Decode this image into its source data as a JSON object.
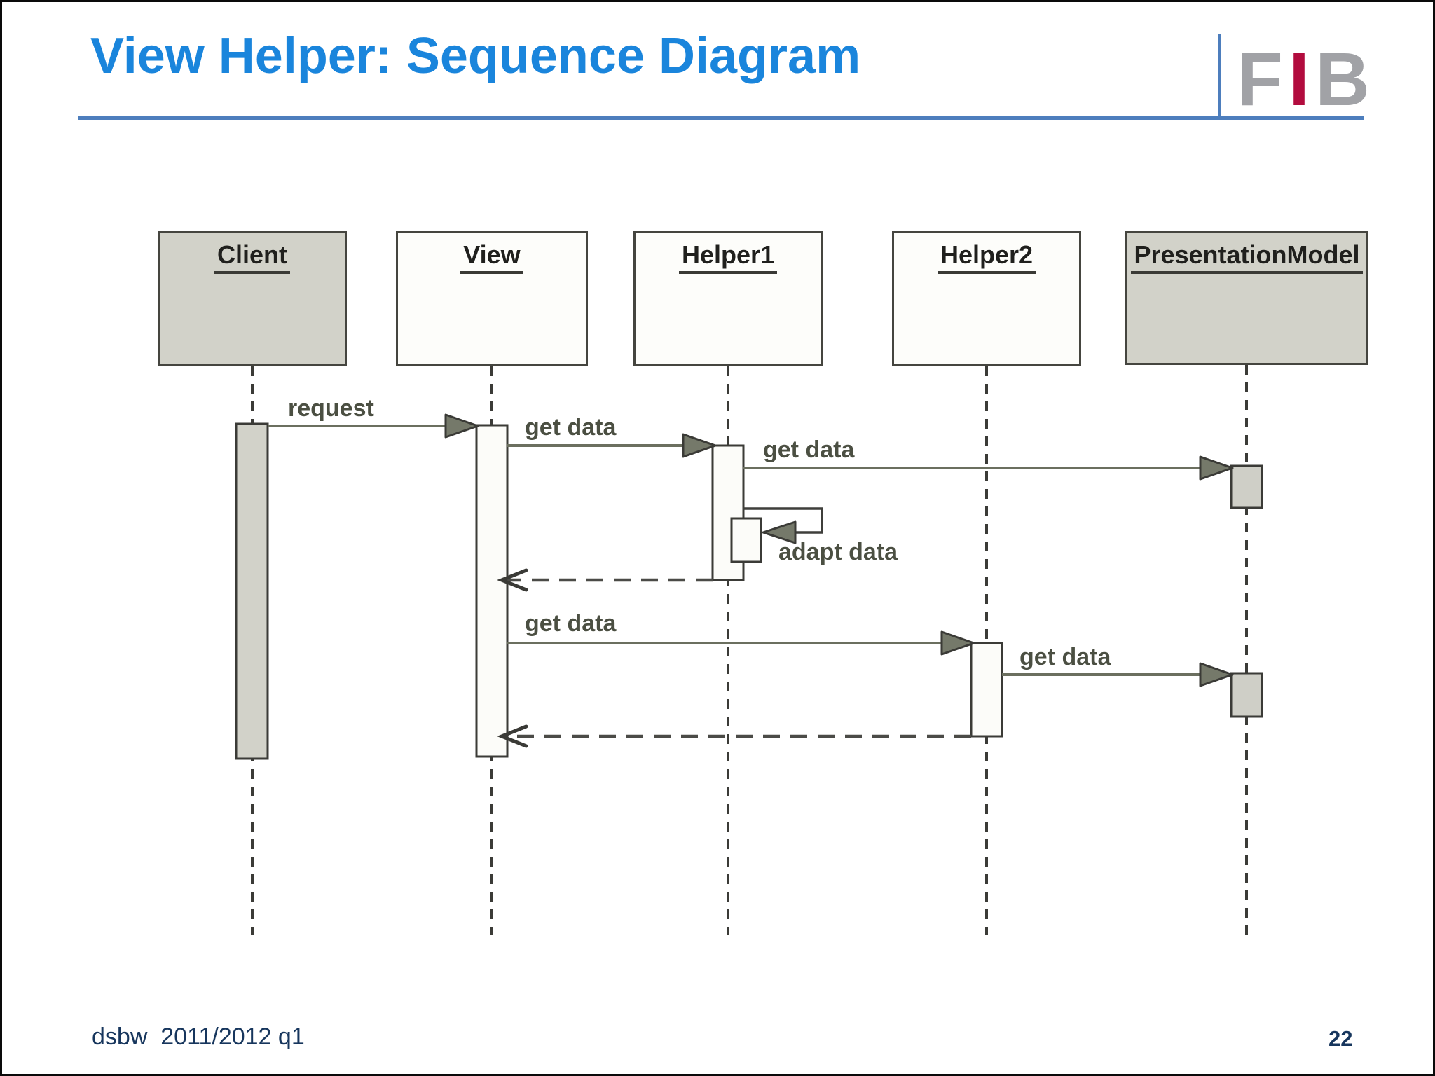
{
  "slide": {
    "title": "View Helper: Sequence Diagram",
    "footer": {
      "course": "dsbw  2011/2012 q1",
      "page": "22"
    },
    "logo": {
      "f": "F",
      "i": "I",
      "b": "B"
    }
  },
  "colors": {
    "title_blue": "#1a85dc",
    "rule_blue": "#4d7ebd",
    "logo_gray": "#a1a2a6",
    "logo_red": "#b20c3e",
    "footer_navy": "#17365d",
    "box_shaded_fill": "#d2d2c9",
    "box_plain_fill": "#fdfdfa",
    "line_dark": "#3b3b37",
    "message_line": "#6b6f5f",
    "label_olive": "#4b4f42"
  },
  "diagram": {
    "lifelines": [
      {
        "label": "Client",
        "shaded": true
      },
      {
        "label": "View",
        "shaded": false
      },
      {
        "label": "Helper1",
        "shaded": false
      },
      {
        "label": "Helper2",
        "shaded": false
      },
      {
        "label": "PresentationModel",
        "shaded": true
      }
    ],
    "messages": [
      {
        "label": "request",
        "from": "Client",
        "to": "View",
        "type": "sync"
      },
      {
        "label": "get data",
        "from": "View",
        "to": "Helper1",
        "type": "sync"
      },
      {
        "label": "get data",
        "from": "Helper1",
        "to": "PresentationModel",
        "type": "sync"
      },
      {
        "label": "adapt data",
        "from": "Helper1",
        "to": "Helper1",
        "type": "self"
      },
      {
        "label": "",
        "from": "Helper1",
        "to": "View",
        "type": "return"
      },
      {
        "label": "get data",
        "from": "View",
        "to": "Helper2",
        "type": "sync"
      },
      {
        "label": "get data",
        "from": "Helper2",
        "to": "PresentationModel",
        "type": "sync"
      },
      {
        "label": "",
        "from": "Helper2",
        "to": "View",
        "type": "return"
      }
    ]
  }
}
